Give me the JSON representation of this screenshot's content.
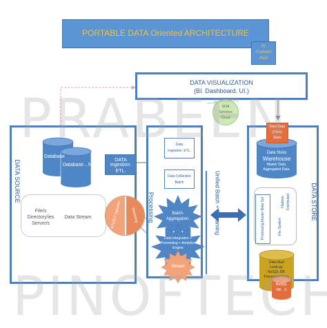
{
  "title": "PORTABLE DATA Oriented ARCHITECTURE",
  "author": {
    "line1": "by",
    "line2": "Prabeen",
    "line3": "Patil"
  },
  "watermark": {
    "top": "PRABEEN",
    "bottom": "PINOFTECH"
  },
  "visualization": {
    "line1": "DATA VISUALIZATION",
    "line2": "(BI. Dashboard. UI.)"
  },
  "soa": {
    "line1": "SOA",
    "line2": "Services",
    "line3": "Cloud"
  },
  "data_source": {
    "label": "DATA SOURCE",
    "db1": "Database",
    "db2": "Database…N",
    "files": {
      "line1": "File/s",
      "line2": "Directory/ies",
      "line3": "Server/s"
    },
    "stream": "Data Stream",
    "circle_left": "ETL/ELT Ingestion",
    "circle_right": "Streaming"
  },
  "ingestion": {
    "line1": "DATA",
    "line2": "Ingestion. ETL."
  },
  "processing": {
    "label": "Processing",
    "ingest_box": {
      "line1": "Data",
      "line2": "Ingestion. ETL."
    },
    "collection_box": {
      "line1": "Data Collection",
      "line2": "Batch"
    },
    "batch": {
      "line1": "Batch.",
      "line2": "Aggregation."
    },
    "integration": {
      "line1": "Data Integration +",
      "line2": "Processing + Analytics",
      "line3": "Engine"
    },
    "stream": "Stream"
  },
  "middle": {
    "label": "Unified Batch + Streaming"
  },
  "data_store": {
    "label": "DATA STORE",
    "raw": {
      "line1": "Raw Data",
      "line2": "(Files)",
      "line3": "Store"
    },
    "warehouse": {
      "line1": "Data Store",
      "line2": "Warehouse",
      "line3": "Master Data.",
      "line4": "Aggregated Data."
    },
    "hadoop": {
      "line1": "Hadoop",
      "line2": "Distributed"
    },
    "file_system": "File System",
    "processing_rotated": "Processing Master Data Set",
    "datamart": {
      "line1": "Data Mart",
      "line2": "Look-up.",
      "line3": "NoSQL DB.",
      "line4": "Processed Data."
    },
    "nosql": {
      "line1": "NoSQL",
      "line2": "DB…X"
    }
  },
  "colors": {
    "title_bg": "#5b95d6",
    "title_text": "#f0c040",
    "panel_border": "#4a7fc1",
    "db_blue": "#4f86c6",
    "orange": "#f3a37a",
    "orange_dark": "#e46c3d",
    "gold": "#c9a321",
    "soa_green": "#cfe8b8"
  }
}
